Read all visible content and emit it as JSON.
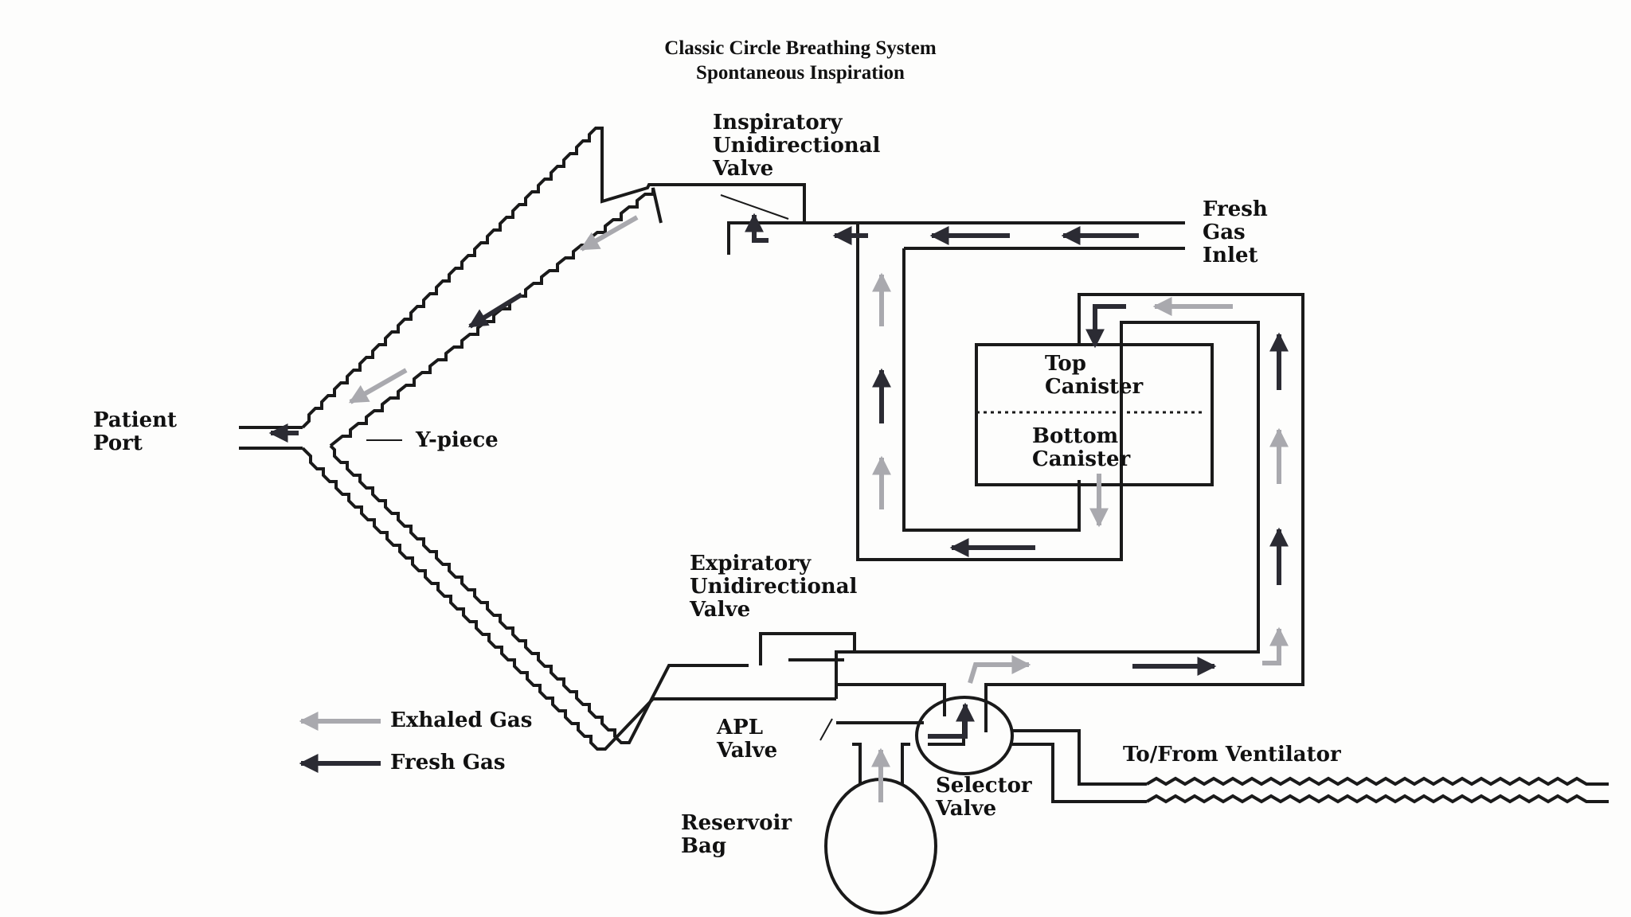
{
  "title": {
    "line1": "Classic Circle Breathing System",
    "line2": "Spontaneous Inspiration"
  },
  "labels": {
    "inspiratory_valve": [
      "Inspiratory",
      "Unidirectional",
      "Valve"
    ],
    "fresh_gas_inlet": [
      "Fresh",
      "Gas",
      "Inlet"
    ],
    "patient_port": [
      "Patient",
      "Port"
    ],
    "y_piece": "Y-piece",
    "top_canister": [
      "Top",
      "Canister"
    ],
    "bottom_canister": [
      "Bottom",
      "Canister"
    ],
    "expiratory_valve": [
      "Expiratory",
      "Unidirectional",
      "Valve"
    ],
    "apl_valve": [
      "APL",
      "Valve"
    ],
    "selector_valve": [
      "Selector",
      "Valve"
    ],
    "ventilator": "To/From Ventilator",
    "reservoir_bag": [
      "Reservoir",
      "Bag"
    ]
  },
  "legend": {
    "exhaled": "Exhaled Gas",
    "fresh": "Fresh Gas"
  },
  "colors": {
    "line": "#1a1a1a",
    "fresh_arrow": "#2b2b33",
    "exhaled_arrow": "#a9a9ae",
    "background": "#fdfdfc"
  }
}
